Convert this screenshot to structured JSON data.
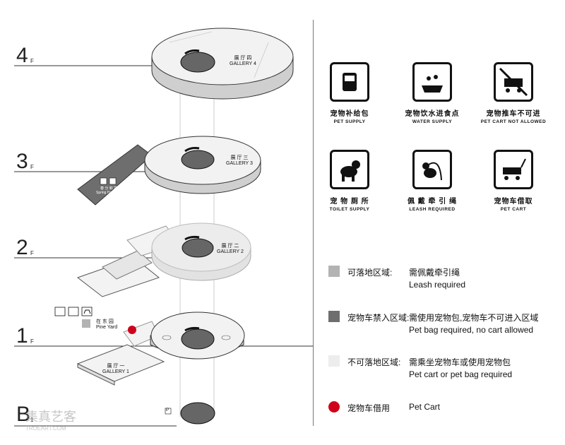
{
  "floors": [
    {
      "num": "4",
      "f": "F",
      "gallery_cn": "展 厅 四",
      "gallery_en": "GALLERY 4"
    },
    {
      "num": "3",
      "f": "F",
      "gallery_cn": "展 厅 三",
      "gallery_en": "GALLERY 3"
    },
    {
      "num": "2",
      "f": "F",
      "gallery_cn": "展 厅 二",
      "gallery_en": "GALLERY 2"
    },
    {
      "num": "1",
      "f": "F",
      "gallery_cn": "展 厅 一",
      "gallery_en": "GALLERY 1"
    },
    {
      "num": "B",
      "f": "1"
    }
  ],
  "spring_harmony": {
    "cn": "春 分 和 境",
    "en": "Spring Harmony"
  },
  "pine_yard": {
    "cn": "在 东 园",
    "en": "Pine Yard"
  },
  "p_marker": "P",
  "icons": [
    {
      "cn": "宠物补给包",
      "en": "PET SUPPLY",
      "icon": "supply-bag-icon"
    },
    {
      "cn": "宠物饮水进食点",
      "en": "WATER SUPPLY",
      "icon": "water-bowl-icon"
    },
    {
      "cn": "宠物推车不可进",
      "en": "PET CART NOT ALLOWED",
      "icon": "no-cart-icon"
    },
    {
      "cn": "宠 物 厕 所",
      "en": "TOILET SUPPLY",
      "icon": "dog-toilet-icon"
    },
    {
      "cn": "佩 戴 牵 引 绳",
      "en": "LEASH REQUIRED",
      "icon": "leash-icon"
    },
    {
      "cn": "宠物车借取",
      "en": "PET CART",
      "icon": "pet-cart-icon"
    }
  ],
  "legend": [
    {
      "label": "可落地区域:",
      "cn": "需佩戴牵引绳",
      "en": "Leash required",
      "color": "#b3b3b3"
    },
    {
      "label": "宠物车禁入区域:",
      "cn": "需使用宠物包,宠物车不可进入区域",
      "en": "Pet bag required, no cart allowed",
      "color": "#6e6e6e"
    },
    {
      "label": "不可落地区域:",
      "cn": "需乘坐宠物车或使用宠物包",
      "en": "Pet cart or pet bag required",
      "color": "#ededed"
    },
    {
      "label": "宠物车借用",
      "en": "Pet Cart",
      "color": "#d0021b"
    }
  ],
  "watermark": {
    "cn": "集真艺客",
    "en": "TRUEART.COM"
  }
}
